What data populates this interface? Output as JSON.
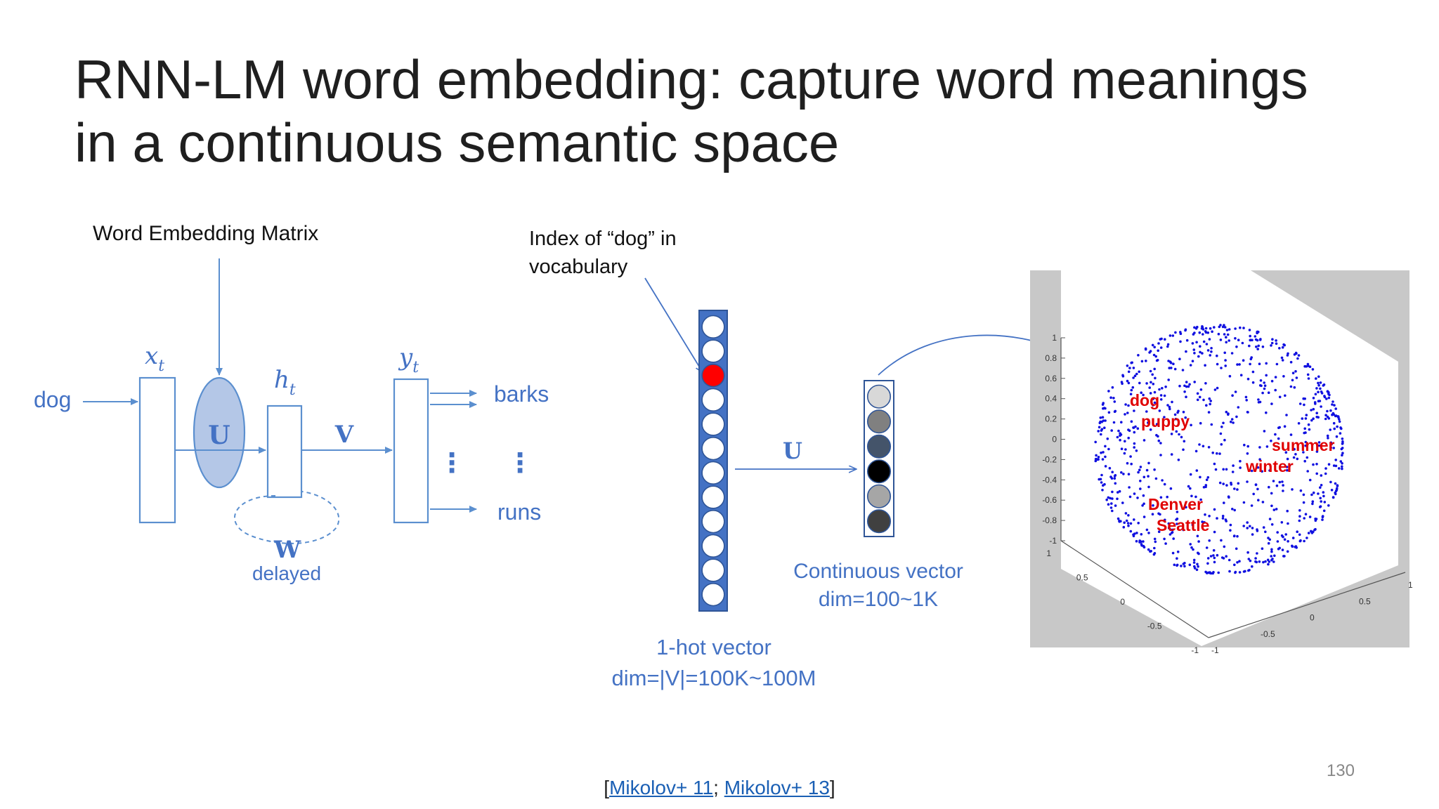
{
  "slide": {
    "title_line1": "RNN-LM word embedding: capture word meanings",
    "title_line2": "in a continuous semantic space",
    "page_number": "130",
    "footer": {
      "open": "[",
      "ref1": "Mikolov+ 11",
      "sep": "; ",
      "ref2": "Mikolov+ 13",
      "close": "]"
    }
  },
  "rnn_diagram": {
    "caption_matrix": "Word Embedding Matrix",
    "input_word": "dog",
    "x_label": "x",
    "x_sub": "t",
    "h_label": "h",
    "h_sub": "t",
    "y_label": "y",
    "y_sub": "t",
    "u_label": "U",
    "v_label": "V",
    "w_label": "W",
    "delayed_label": "delayed",
    "output_top": "barks",
    "output_bottom": "runs",
    "dots": "⋮"
  },
  "onehot": {
    "index_note_line1": "Index of “dog” in",
    "index_note_line2": "vocabulary",
    "caption_line1": "1-hot vector",
    "caption_line2": "dim=|V|=100K~100M",
    "cells": 12,
    "hot_index": 2,
    "hot_color": "#ff0000",
    "u_label": "U"
  },
  "continuous": {
    "caption_line1": "Continuous vector",
    "caption_line2": "dim=100~1K",
    "cell_colors": [
      "#d8d8d8",
      "#808080",
      "#44546a",
      "#000000",
      "#a6a6a6",
      "#404040"
    ]
  },
  "scatter3d": {
    "words": [
      "dog",
      "puppy",
      "summer",
      "winter",
      "Denver",
      "Seattle"
    ],
    "z_ticks": [
      "1",
      "0.8",
      "0.6",
      "0.4",
      "0.2",
      "0",
      "-0.2",
      "-0.4",
      "-0.6",
      "-0.8",
      "-1"
    ],
    "x_ticks": [
      "1",
      "0.5",
      "0",
      "-0.5",
      "-1"
    ],
    "y_ticks": [
      "-1",
      "-0.5",
      "0",
      "0.5",
      "1"
    ],
    "point_color": "#1010e0",
    "word_color": "#e00000"
  },
  "colors": {
    "diagram_blue": "#5b8fcf",
    "text_blue": "#4472c4",
    "onehot_border": "#2f5597"
  }
}
